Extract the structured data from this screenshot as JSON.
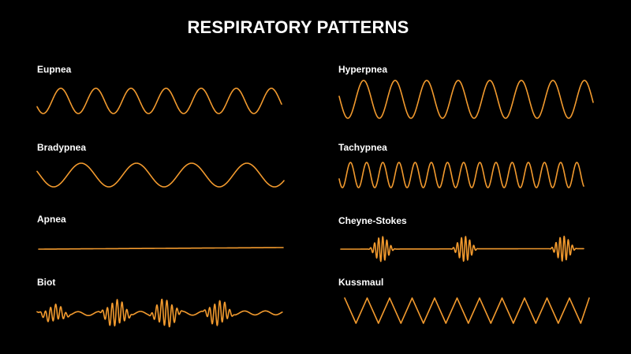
{
  "title": "RESPIRATORY PATTERNS",
  "colors": {
    "background": "#000000",
    "wave": "#f29a2e",
    "text": "#ffffff"
  },
  "patterns": [
    {
      "label": "Eupnea"
    },
    {
      "label": "Bradypnea"
    },
    {
      "label": "Apnea"
    },
    {
      "label": "Biot"
    },
    {
      "label": "Hyperpnea"
    },
    {
      "label": "Tachypnea"
    },
    {
      "label": "Cheyne-Stokes"
    },
    {
      "label": "Kussmaul"
    }
  ]
}
